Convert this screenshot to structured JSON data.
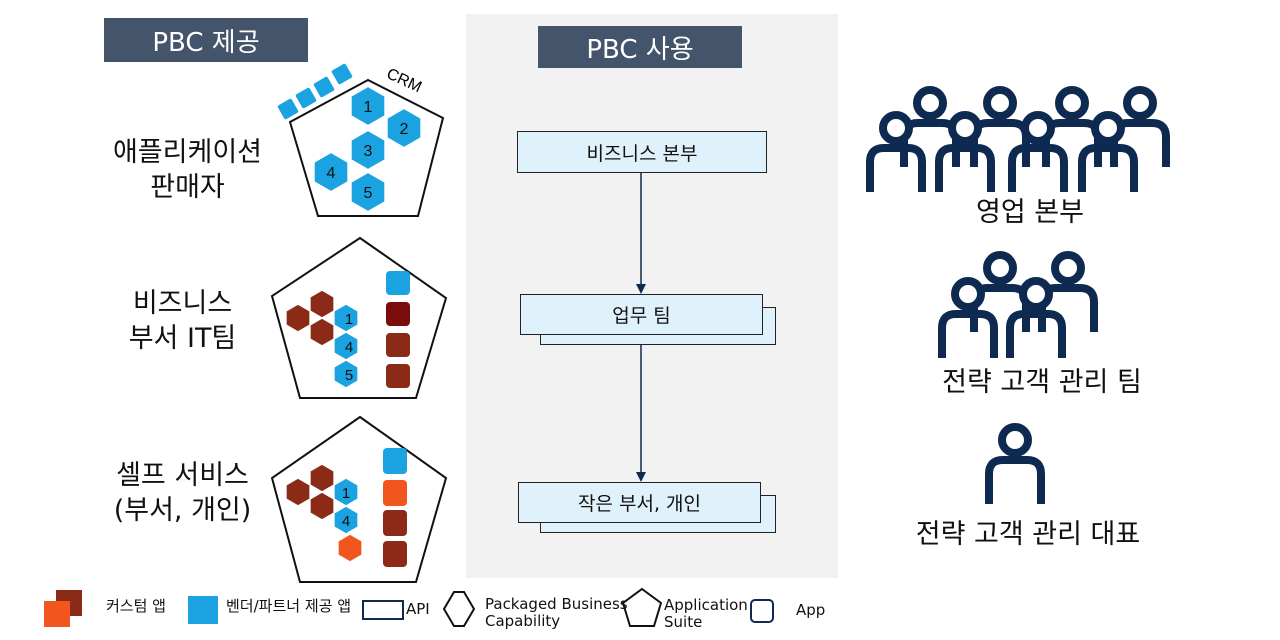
{
  "provide_header": "PBC 제공",
  "use_header": "PBC 사용",
  "providers": [
    {
      "line1": "애플리케이션",
      "line2": "판매자",
      "crm_label": "CRM",
      "hex_numbers": [
        "1",
        "2",
        "3",
        "4",
        "5"
      ]
    },
    {
      "line1": "비즈니스",
      "line2": "부서 IT팀",
      "hex_numbers": [
        "1",
        "4",
        "5"
      ]
    },
    {
      "line1": "셀프 서비스",
      "line2": "(부서, 개인)",
      "hex_numbers": [
        "1",
        "4"
      ]
    }
  ],
  "flow": [
    "비즈니스 본부",
    "업무 팀",
    "작은 부서, 개인"
  ],
  "groups": [
    "영업 본부",
    "전략 고객 관리 팀",
    "전략 고객 관리 대표"
  ],
  "legend": {
    "custom_app": "커스텀 앱",
    "vendor_app": "벤더/파트너 제공 앱",
    "api": "API",
    "pbc_line1": "Packaged Business",
    "pbc_line2": "Capability",
    "suite_line1": "Application",
    "suite_line2": "Suite",
    "app": "App"
  },
  "colors": {
    "header_bg": "#44546a",
    "vendor_blue": "#1aa3e0",
    "custom_brown": "#8b2a16",
    "custom_orange": "#f0561e",
    "navy": "#0f2a50",
    "flow_fill": "#dff1fa"
  }
}
